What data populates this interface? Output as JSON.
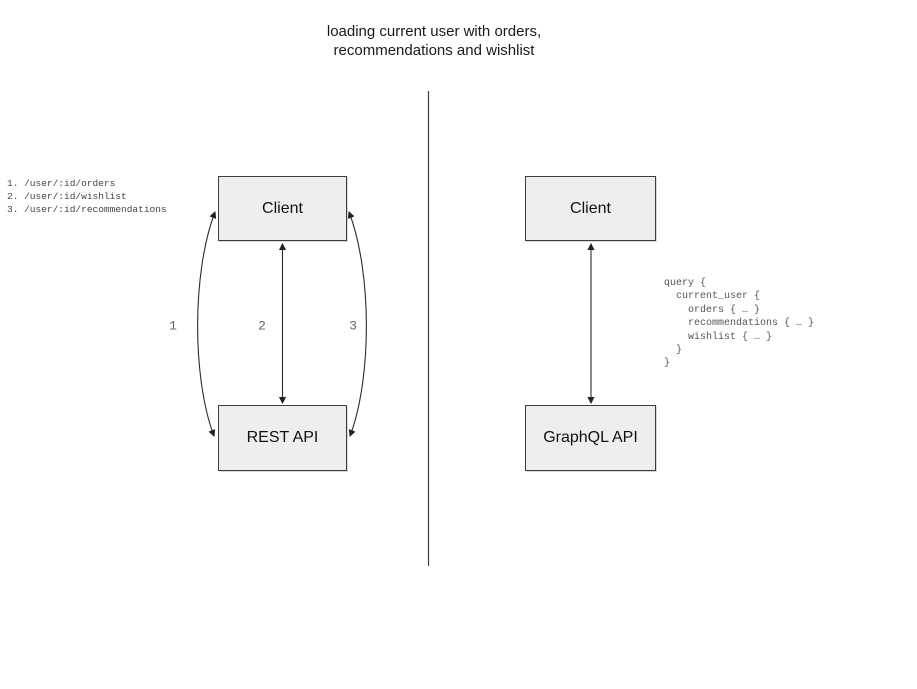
{
  "title": "loading current user with orders,\nrecommendations and wishlist",
  "colors": {
    "box_fill": "#eeeeee",
    "box_border": "#3d3d3d",
    "arrow_stroke": "#2b2b2b",
    "code_text": "#555555",
    "endpoint_text": "#444444",
    "number_text": "#666666"
  },
  "left_panel": {
    "endpoints": "1. /user/:id/orders\n2. /user/:id/wishlist\n3. /user/:id/recommendations",
    "client_label": "Client",
    "api_label": "REST API",
    "arrow_labels": [
      "1",
      "2",
      "3"
    ]
  },
  "right_panel": {
    "client_label": "Client",
    "api_label": "GraphQL API",
    "query_code": "query {\n  current_user {\n    orders { … }\n    recommendations { … }\n    wishlist { … }\n  }\n}"
  }
}
